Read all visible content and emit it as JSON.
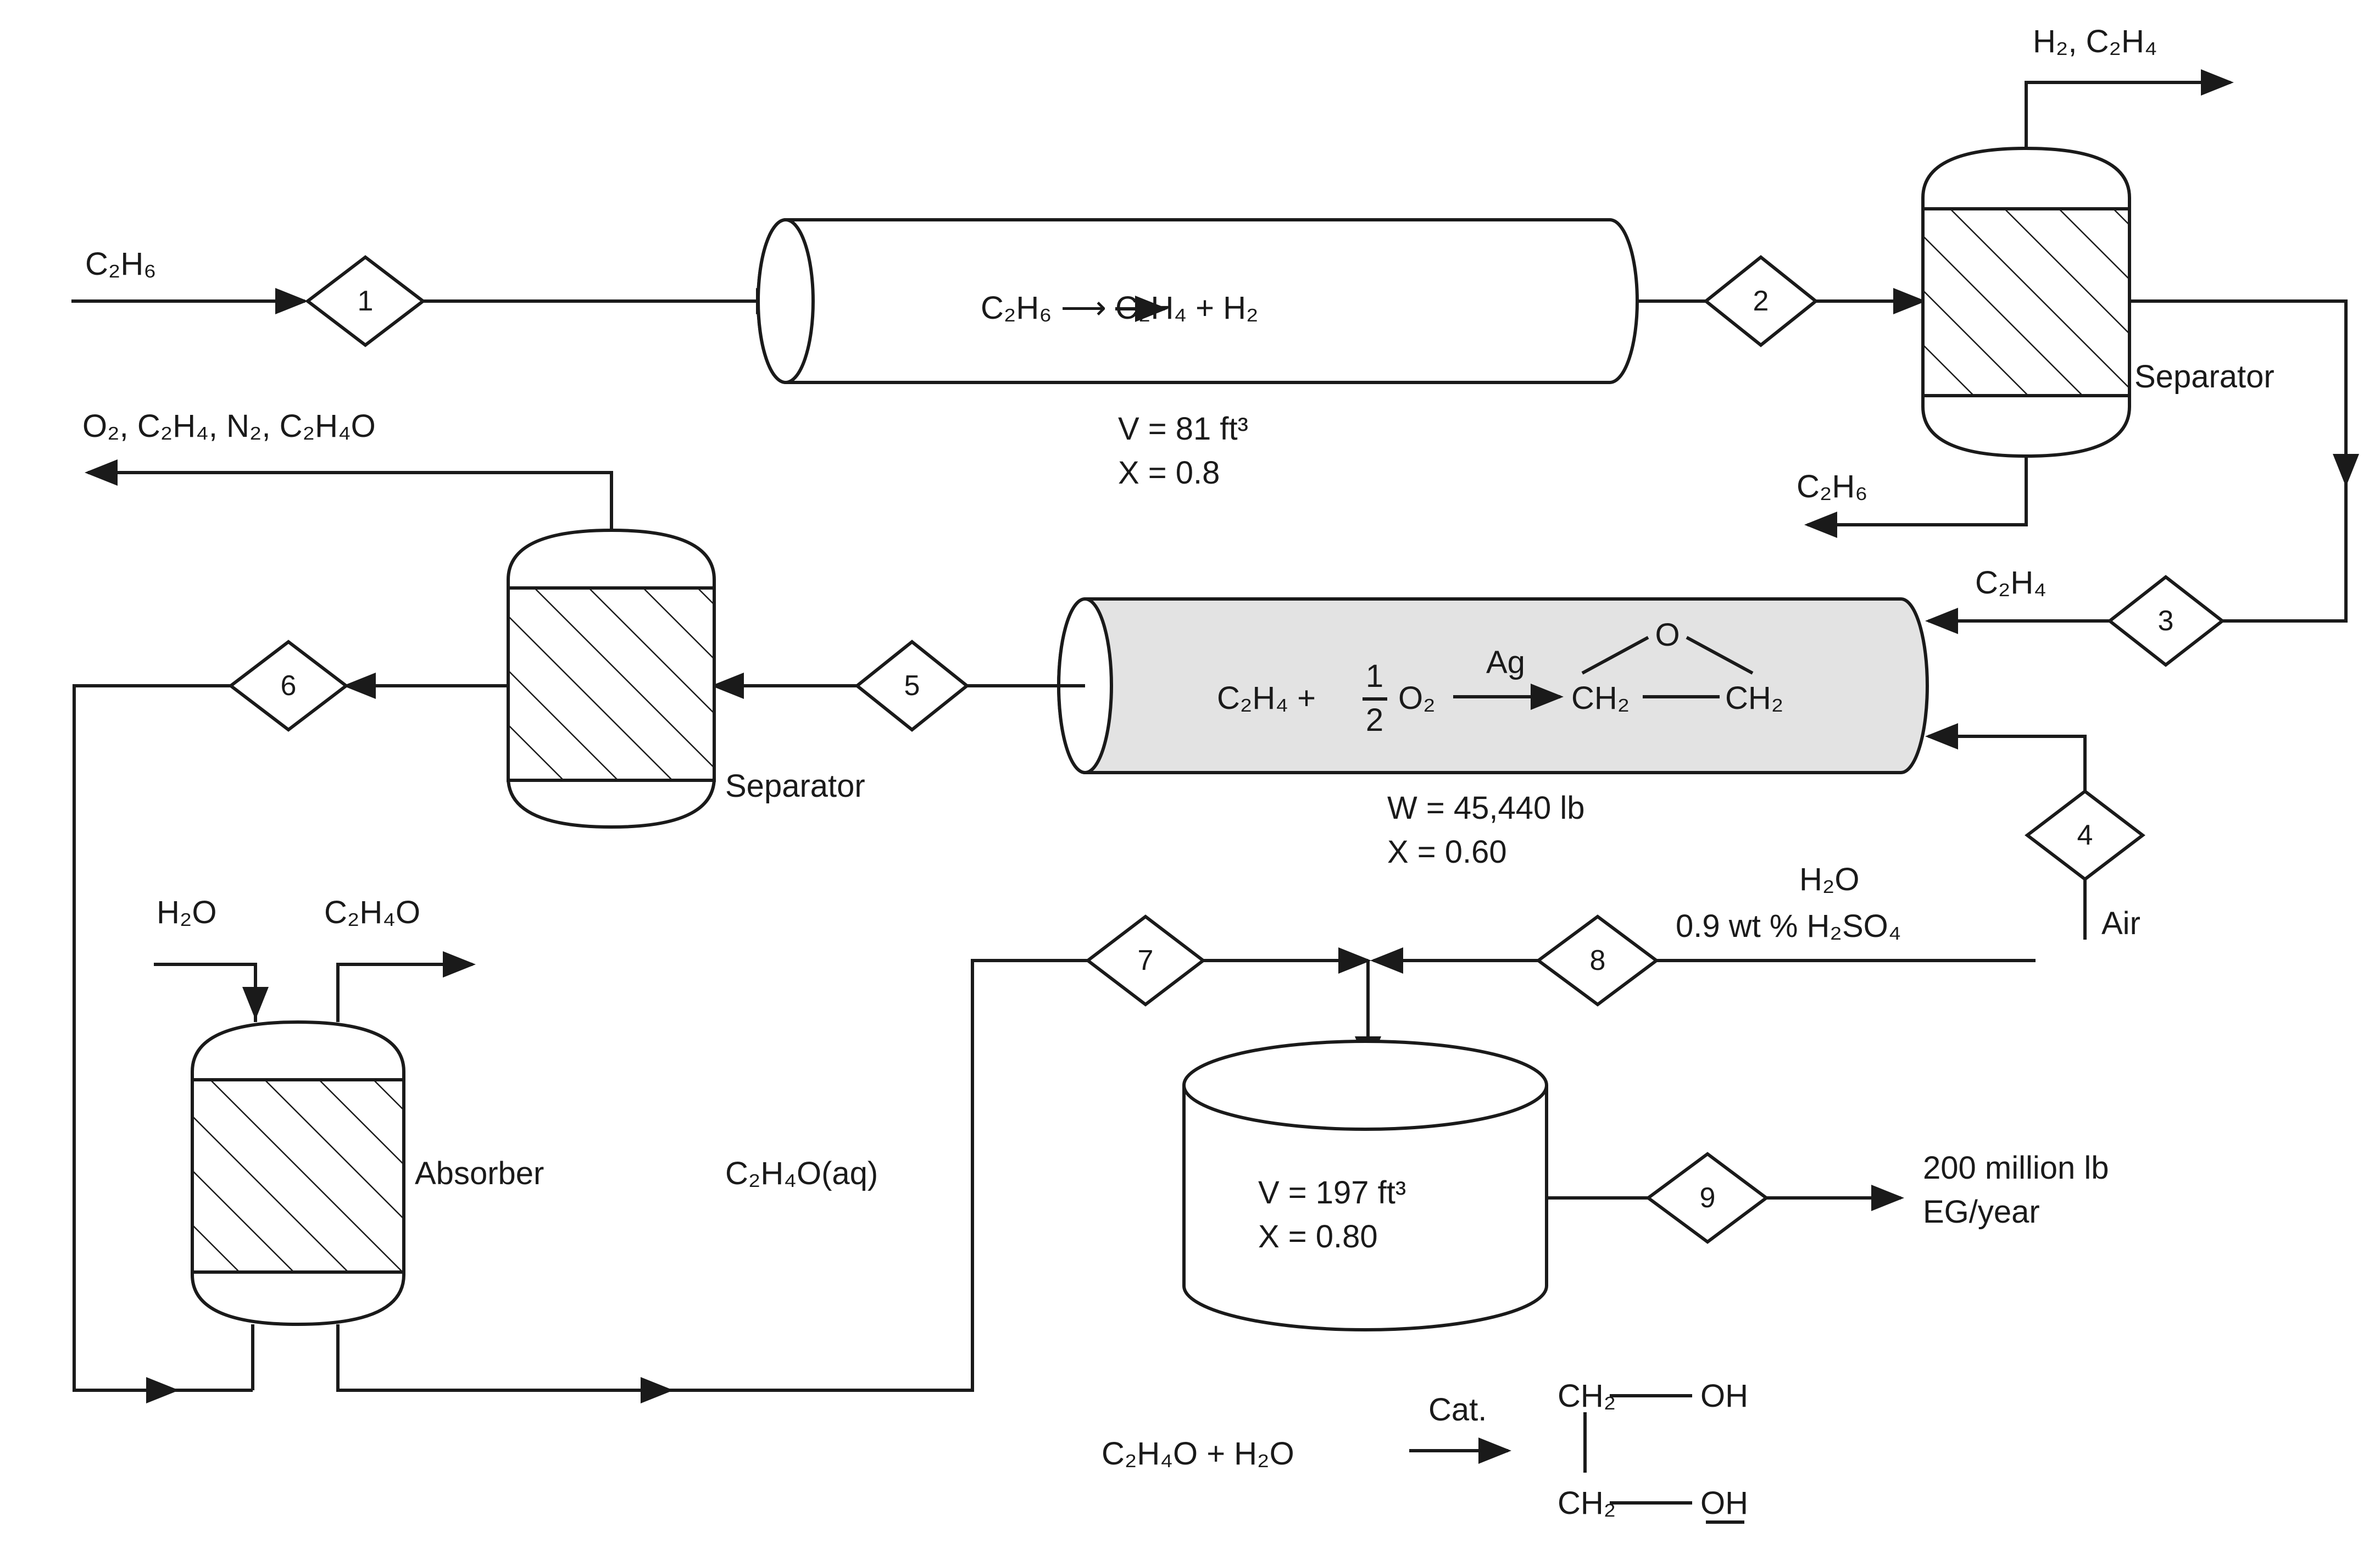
{
  "streams": {
    "s1": "1",
    "s2": "2",
    "s3": "3",
    "s4": "4",
    "s5": "5",
    "s6": "6",
    "s7": "7",
    "s8": "8",
    "s9": "9"
  },
  "labels": {
    "feed_c2h6": "C₂H₆",
    "top_h2_c2h4": "H₂, C₂H₄",
    "reactor1_reaction": "C₂H₆ ⟶ C₂H₄ + H₂",
    "reactor1_v": "V = 81 ft³",
    "reactor1_x": "X = 0.8",
    "separator1": "Separator",
    "sep1_bottom": "C₂H₆",
    "vent": "O₂, C₂H₄, N₂, C₂H₄O",
    "c2h4_in": "C₂H₄",
    "reactor2_left": "C₂H₄ +",
    "half_num": "1",
    "half_den": "2",
    "reactor2_o2": "O₂",
    "catalyst_ag": "Ag",
    "epoxide_o": "O",
    "epoxide_ch2_a": "CH₂",
    "epoxide_ch2_b": "CH₂",
    "reactor2_w": "W = 45,440 lb",
    "reactor2_x": "X = 0.60",
    "air": "Air",
    "separator2": "Separator",
    "h2o_in": "H₂O",
    "c2h4o_out": "C₂H₄O",
    "absorber": "Absorber",
    "c2h4o_aq": "C₂H₄O(aq)",
    "h2o_feed": "H₂O",
    "acid": "0.9 wt % H₂SO₄",
    "reactor3_v": "V = 197 ft³",
    "reactor3_x": "X = 0.80",
    "product_1": "200 million lb",
    "product_2": "EG/year",
    "hydro_left": "C₂H₄O + H₂O",
    "hydro_cat": "Cat.",
    "glycol_ch2_top": "CH₂",
    "glycol_oh_top": "OH",
    "glycol_ch2_bot": "CH₂",
    "glycol_oh_bot": "OH"
  }
}
